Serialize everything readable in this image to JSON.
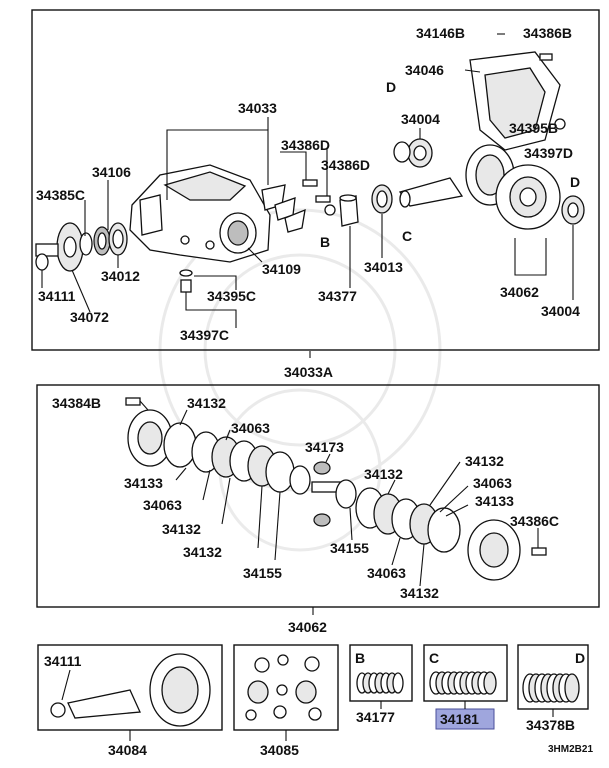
{
  "diagram_code": "3HM2B21",
  "highlight_color": "#9fa6dd",
  "upper_group": {
    "assembly_label": "34033A",
    "parts": {
      "p34146B": "34146B",
      "p34386B": "34386B",
      "p34046": "34046",
      "p34033": "34033",
      "p34004_top": "34004",
      "p34395B": "34395B",
      "p34386D_a": "34386D",
      "p34386D_b": "34386D",
      "p34397D": "34397D",
      "p34106": "34106",
      "p34385C": "34385C",
      "p34012": "34012",
      "p34109": "34109",
      "p34013": "34013",
      "p34111": "34111",
      "p34072": "34072",
      "p34395C": "34395C",
      "p34377": "34377",
      "p34062": "34062",
      "p34004_bot": "34004",
      "p34397C": "34397C"
    },
    "refs": {
      "D1": "D",
      "D2": "D",
      "B": "B",
      "C": "C"
    }
  },
  "lower_group": {
    "assembly_label": "34062",
    "parts": {
      "p34384B": "34384B",
      "p34132_a": "34132",
      "p34063_a": "34063",
      "p34133_a": "34133",
      "p34063_b": "34063",
      "p34132_b": "34132",
      "p34132_c": "34132",
      "p34155_a": "34155",
      "p34173": "34173",
      "p34132_d": "34132",
      "p34132_e": "34132",
      "p34063_c": "34063",
      "p34133_b": "34133",
      "p34386C": "34386C",
      "p34155_b": "34155",
      "p34063_d": "34063",
      "p34132_f": "34132"
    }
  },
  "bottom_boxes": [
    {
      "ref": "",
      "top_label": "34111",
      "label": "34084"
    },
    {
      "ref": "",
      "top_label": "",
      "label": "34085"
    },
    {
      "ref": "B",
      "top_label": "",
      "label": "34177"
    },
    {
      "ref": "C",
      "top_label": "",
      "label": "34181",
      "highlighted": true
    },
    {
      "ref": "D",
      "top_label": "",
      "label": "34378B"
    }
  ]
}
